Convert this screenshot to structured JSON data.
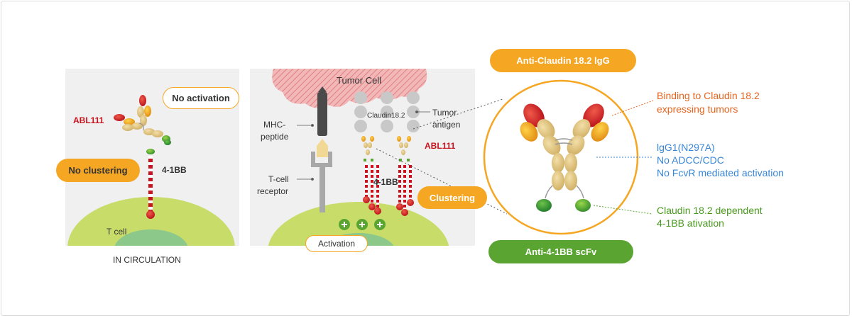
{
  "left_panel": {
    "antibody_label": "ABL111",
    "status_bubble": "No activation",
    "clustering_badge": "No clustering",
    "receptor_label": "4-1BB",
    "cell_label": "T cell",
    "caption": "IN CIRCULATION"
  },
  "middle_panel": {
    "tumor_label": "Tumor Cell",
    "claudin_label": "Claudin18.2",
    "tumor_antigen_label": [
      "Tumor",
      "antigen"
    ],
    "mhc_label": [
      "MHC-",
      "peptide"
    ],
    "tcr_label": [
      "T-cell",
      "receptor"
    ],
    "antibody_label": "ABL111",
    "receptor_label": "4-1BB",
    "clustering_badge": "Clustering",
    "activation_bubble": "Activation"
  },
  "right_panel": {
    "top_badge": "Anti-Claudin 18.2 lgG",
    "bottom_badge": "Anti-4-1BB scFv",
    "annotation_binding": [
      "Binding to Claudin 18.2",
      "expressing tumors"
    ],
    "annotation_igg": [
      "lgG1(N297A)",
      "No ADCC/CDC",
      "No FcvR mediated activation"
    ],
    "annotation_4_1bb": [
      "Claudin 18.2 dependent",
      "4-1BB ativation"
    ]
  },
  "colors": {
    "orange": "#f5a623",
    "green": "#5aa532",
    "red_label": "#c8141e",
    "blue_text": "#3a86d6",
    "orange_text": "#e8641e",
    "green_text": "#4a9a20",
    "cell_green": "#c8dc6a",
    "panel_gray": "#f0f0f0"
  }
}
